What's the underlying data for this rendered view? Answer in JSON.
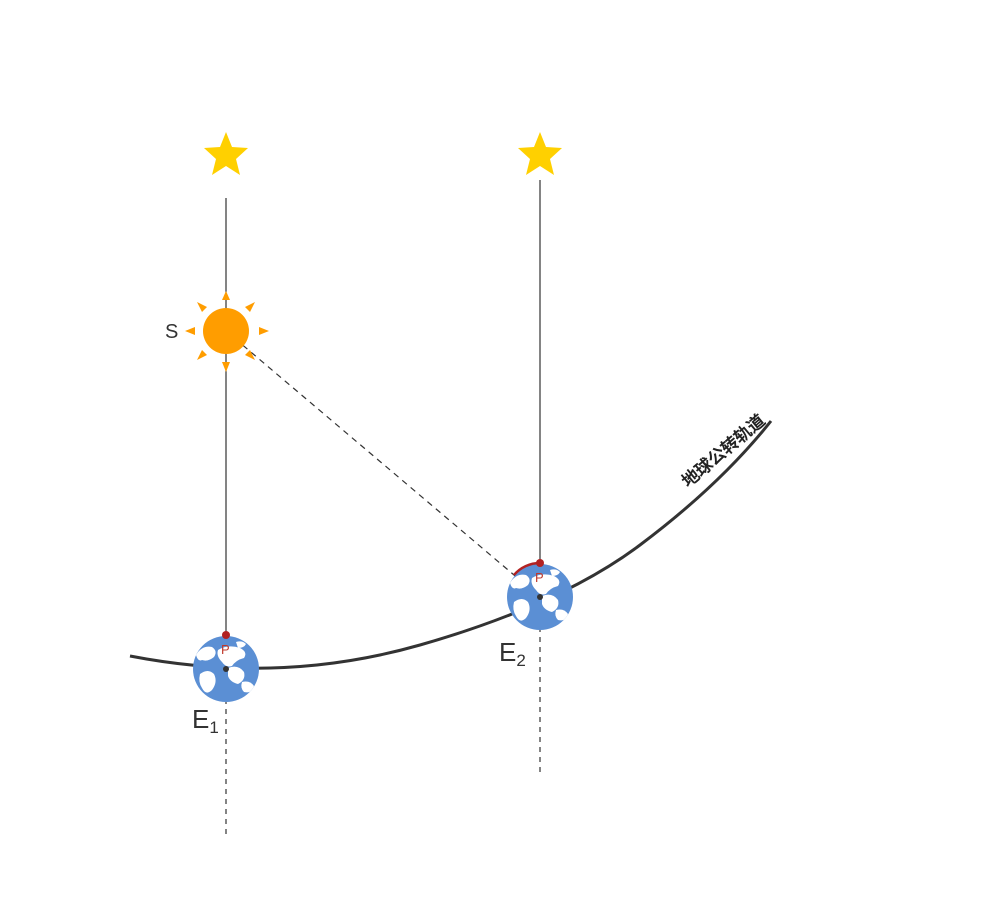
{
  "labels": {
    "sun": "S",
    "earth1_main": "E",
    "earth1_sub": "1",
    "earth2_main": "E",
    "earth2_sub": "2",
    "point_p1": "P",
    "point_p2": "P",
    "orbit": "地球公转轨道"
  },
  "colors": {
    "star": "#ffd000",
    "sun_core": "#ff9d00",
    "sun_rays": "#ff9d00",
    "earth_ocean": "#5b8fd4",
    "earth_land": "#ffffff",
    "point": "#b22222",
    "line": "#333333"
  },
  "icons": {
    "star": "star-icon",
    "sun": "sun-icon",
    "earth": "earth-globe-icon"
  }
}
